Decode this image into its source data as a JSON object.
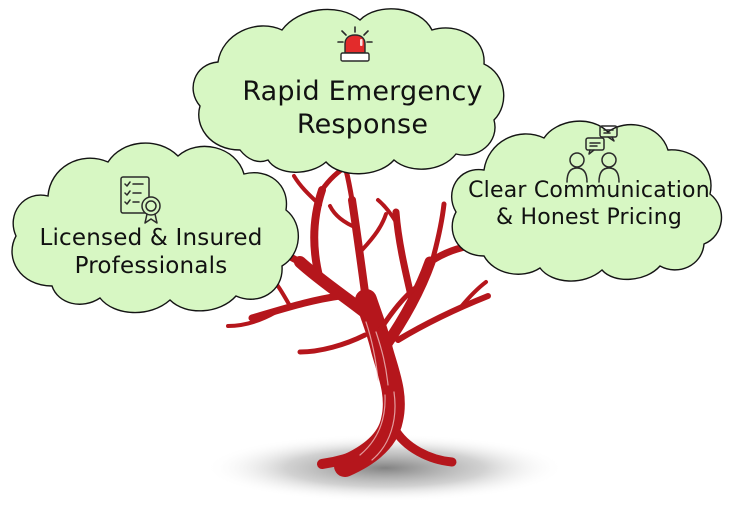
{
  "colors": {
    "cloud_fill": "#d7f7c3",
    "cloud_stroke": "#141414",
    "tree": "#b5161c",
    "tree_dark": "#7d0d12",
    "siren_red": "#e32b2b",
    "icon_stroke": "#2a2a2a"
  },
  "nodes": {
    "top": {
      "icon": "emergency-siren-icon",
      "line1": "Rapid Emergency",
      "line2": "Response"
    },
    "left": {
      "icon": "certified-checklist-icon",
      "line1": "Licensed & Insured",
      "line2": "Professionals"
    },
    "right": {
      "icon": "conversation-people-icon",
      "line1": "Clear Communication",
      "line2": "& Honest Pricing"
    }
  }
}
